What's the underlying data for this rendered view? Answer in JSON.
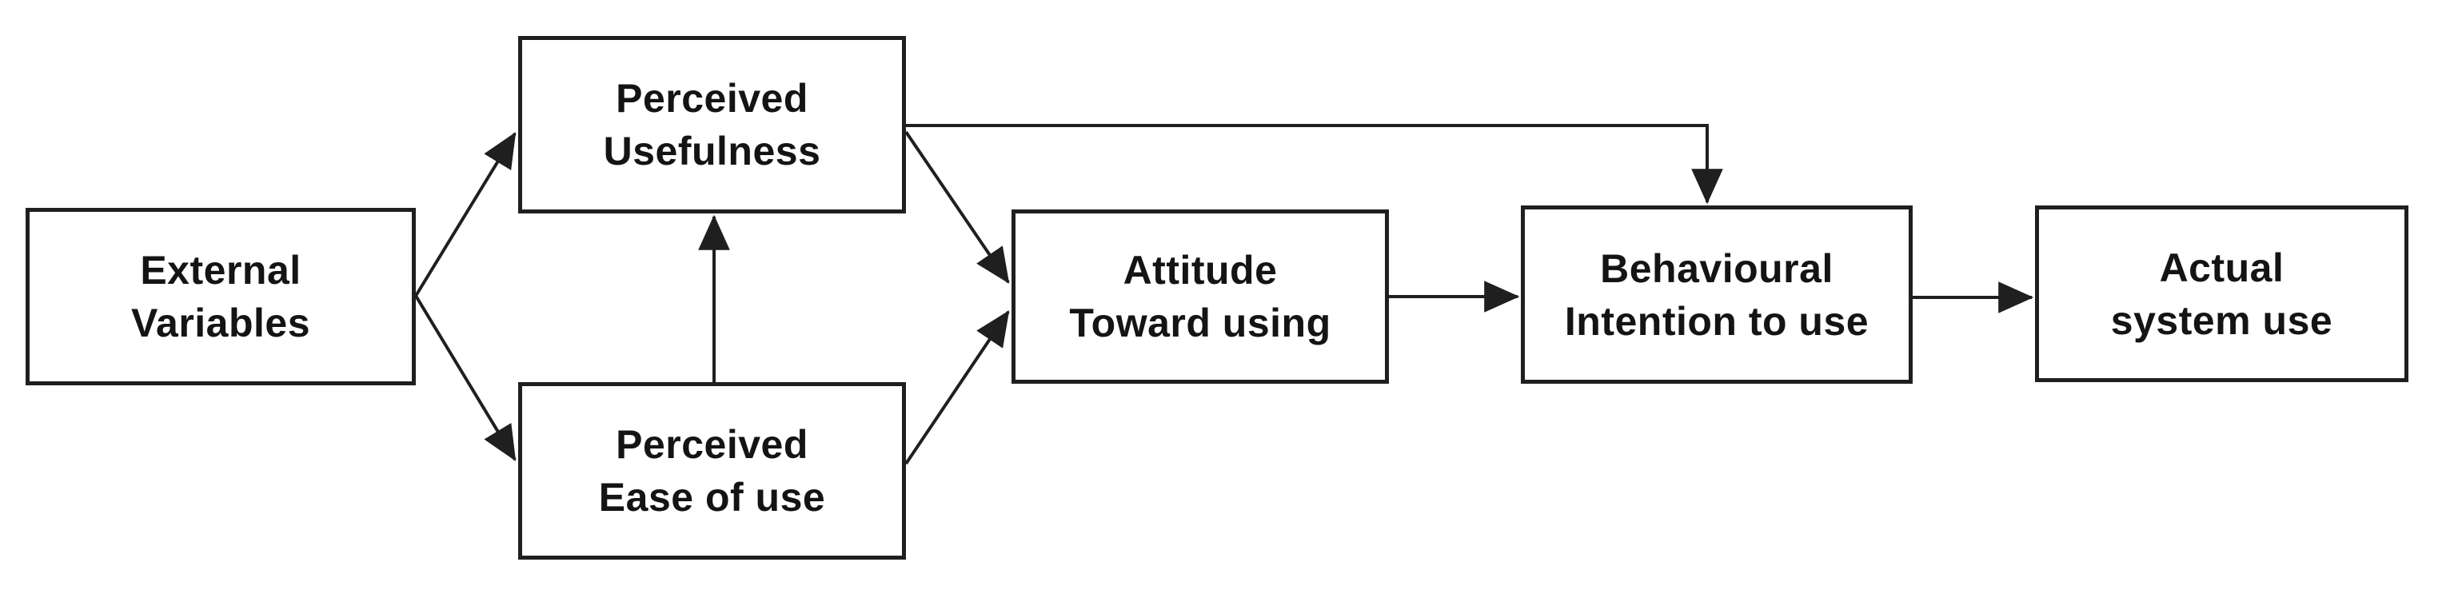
{
  "diagram": {
    "model_type": "flow-diagram",
    "background_color": "#ffffff",
    "line_color": "#1f1f1f",
    "text_color": "#141414",
    "nodes": [
      {
        "id": "external-variables",
        "label": "External\nVariables"
      },
      {
        "id": "perceived-usefulness",
        "label": "Perceived\nUsefulness"
      },
      {
        "id": "perceived-ease-of-use",
        "label": "Perceived\nEase of use"
      },
      {
        "id": "attitude-toward-using",
        "label": "Attitude\nToward using"
      },
      {
        "id": "behavioural-intention",
        "label": "Behavioural\nIntention to use"
      },
      {
        "id": "actual-system-use",
        "label": "Actual\nsystem use"
      }
    ],
    "edges": [
      {
        "from": "external-variables",
        "to": "perceived-usefulness"
      },
      {
        "from": "external-variables",
        "to": "perceived-ease-of-use"
      },
      {
        "from": "perceived-ease-of-use",
        "to": "perceived-usefulness"
      },
      {
        "from": "perceived-usefulness",
        "to": "attitude-toward-using"
      },
      {
        "from": "perceived-ease-of-use",
        "to": "attitude-toward-using"
      },
      {
        "from": "perceived-usefulness",
        "to": "behavioural-intention"
      },
      {
        "from": "attitude-toward-using",
        "to": "behavioural-intention"
      },
      {
        "from": "behavioural-intention",
        "to": "actual-system-use"
      }
    ]
  }
}
